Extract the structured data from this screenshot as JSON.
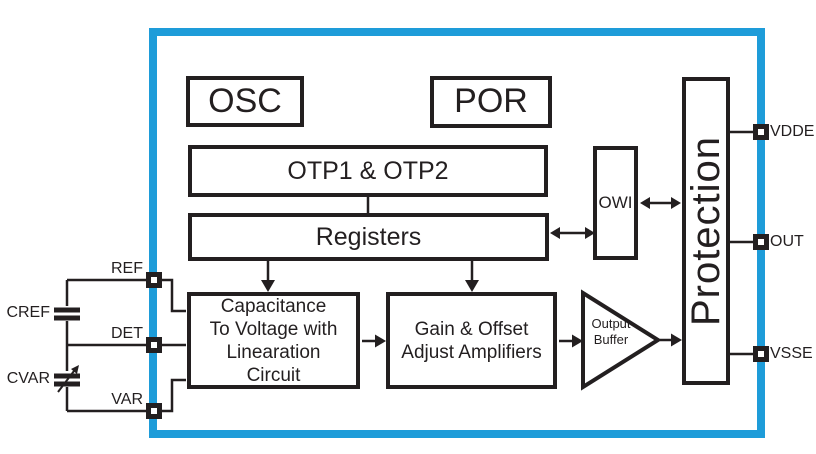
{
  "diagram_title": "capacitive-sensor-ic-block-diagram",
  "colors": {
    "chip_border": "#1e9cd9",
    "line": "#231f20",
    "background": "#ffffff"
  },
  "blocks": {
    "osc": "OSC",
    "por": "POR",
    "otp": "OTP1 & OTP2",
    "registers": "Registers",
    "owi": "OWI",
    "protection": "Protection",
    "c2v": "Capacitance\nTo Voltage with\nLinearation\nCircuit",
    "gain": "Gain & Offset\nAdjust Amplifiers",
    "output_buffer": "Output\nBuffer"
  },
  "pins": {
    "left": [
      "REF",
      "DET",
      "VAR"
    ],
    "right": [
      "VDDE",
      "OUT",
      "VSSE"
    ]
  },
  "external_components": {
    "cref": "CREF",
    "cvar": "CVAR"
  }
}
